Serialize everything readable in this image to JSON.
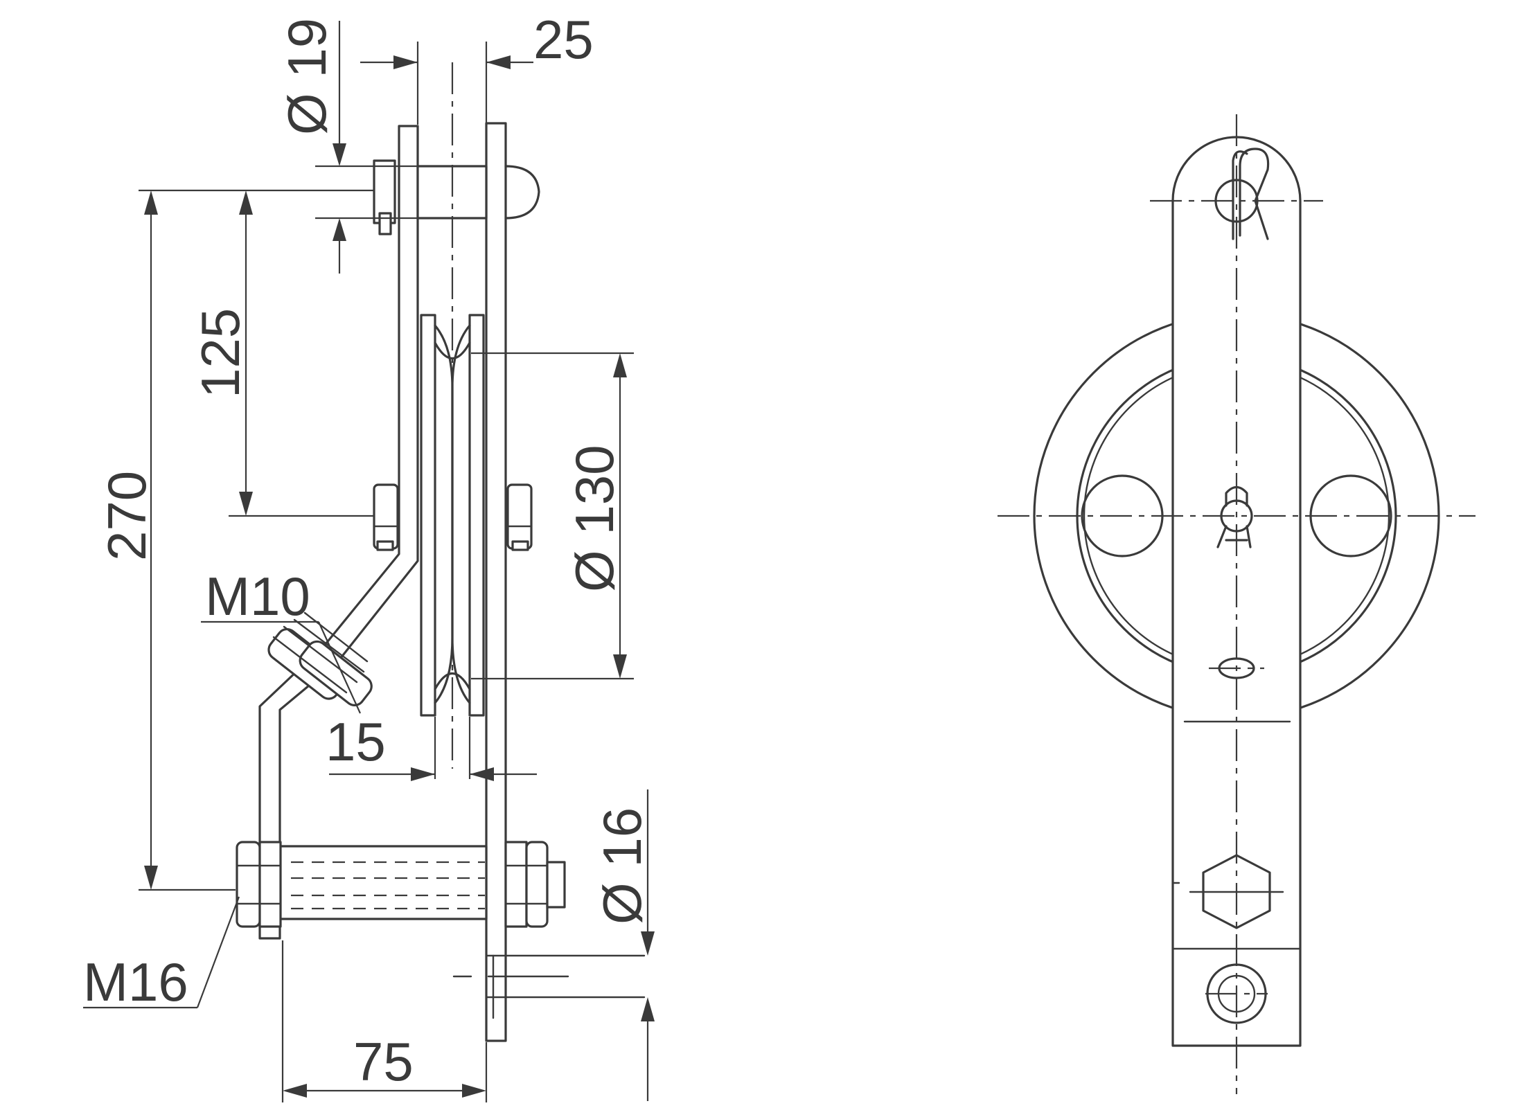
{
  "dimensions": {
    "d19": "Ø 19",
    "w25": "25",
    "h125": "125",
    "h270": "270",
    "d130": "Ø 130",
    "m10": "M10",
    "w15": "15",
    "d16": "Ø 16",
    "m16": "M16",
    "w75": "75"
  },
  "colors": {
    "line": "#3a3a3a",
    "background": "#ffffff"
  }
}
